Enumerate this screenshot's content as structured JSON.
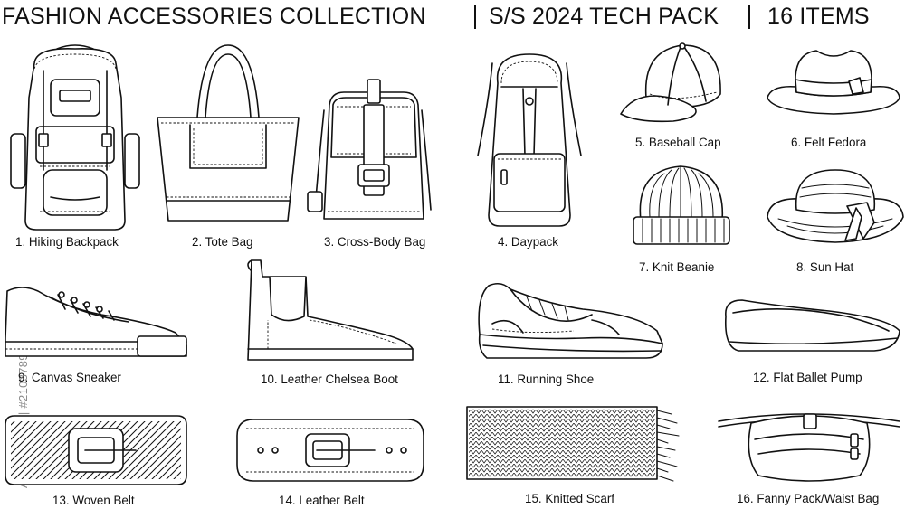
{
  "header": {
    "collection": "FASHION ACCESSORIES COLLECTION",
    "season": "S/S 2024 TECH PACK",
    "count": "16 ITEMS"
  },
  "watermark": "Adobe Stock | #2103789965",
  "items": [
    {
      "label": "1. Hiking Backpack",
      "icon": "hiking-backpack-icon"
    },
    {
      "label": "2. Tote Bag",
      "icon": "tote-bag-icon"
    },
    {
      "label": "3. Cross-Body Bag",
      "icon": "cross-body-bag-icon"
    },
    {
      "label": "4. Daypack",
      "icon": "daypack-icon"
    },
    {
      "label": "5. Baseball Cap",
      "icon": "baseball-cap-icon"
    },
    {
      "label": "6. Felt Fedora",
      "icon": "felt-fedora-icon"
    },
    {
      "label": "7. Knit Beanie",
      "icon": "knit-beanie-icon"
    },
    {
      "label": "8. Sun Hat",
      "icon": "sun-hat-icon"
    },
    {
      "label": "9. Canvas Sneaker",
      "icon": "canvas-sneaker-icon"
    },
    {
      "label": "10. Leather Chelsea Boot",
      "icon": "chelsea-boot-icon"
    },
    {
      "label": "11. Running Shoe",
      "icon": "running-shoe-icon"
    },
    {
      "label": "12. Flat Ballet Pump",
      "icon": "ballet-pump-icon"
    },
    {
      "label": "13. Woven Belt",
      "icon": "woven-belt-icon"
    },
    {
      "label": "14. Leather Belt",
      "icon": "leather-belt-icon"
    },
    {
      "label": "15. Knitted Scarf",
      "icon": "knitted-scarf-icon"
    },
    {
      "label": "16. Fanny Pack/Waist Bag",
      "icon": "fanny-pack-icon"
    }
  ]
}
